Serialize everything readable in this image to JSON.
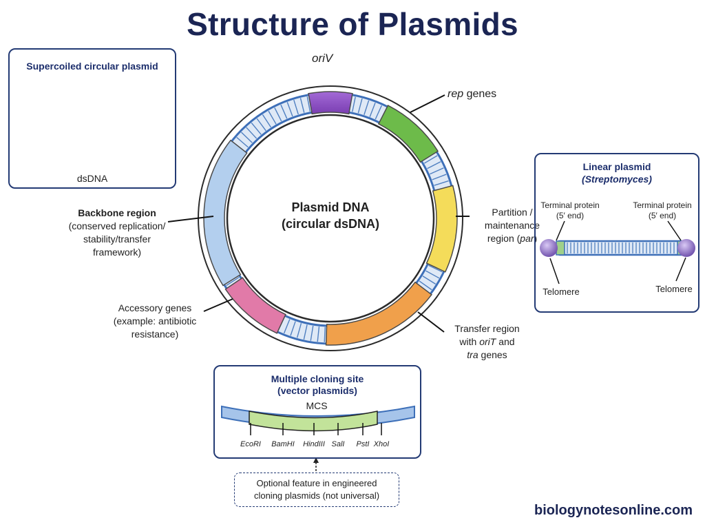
{
  "title": "Structure of Plasmids",
  "center": {
    "line1": "Plasmid DNA",
    "line2": "(circular dsDNA)"
  },
  "labels": {
    "oriV": "oriV",
    "rep_italic": "rep",
    "rep_rest": " genes",
    "partition_1": "Partition /",
    "partition_2": "maintenance",
    "partition_3a": "region (",
    "partition_3b": "par",
    "partition_3c": ")",
    "transfer_1": "Transfer region",
    "transfer_2a": "with ",
    "transfer_2b": "oriT",
    "transfer_2c": " and",
    "transfer_3a": "tra",
    "transfer_3b": " genes",
    "accessory_1": "Accessory genes",
    "accessory_2": "(example: antibiotic",
    "accessory_3": "resistance)",
    "backbone_1": "Backbone region",
    "backbone_2": "(conserved replication/",
    "backbone_3": "stability/transfer",
    "backbone_4": "framework)"
  },
  "supercoiled": {
    "title": "Supercoiled circular plasmid",
    "caption": "dsDNA"
  },
  "linear": {
    "title_1": "Linear plasmid",
    "title_2": "(Streptomyces)",
    "tp_left_1": "Terminal protein",
    "tp_left_2": "(5′ end)",
    "tp_right_1": "Terminal protein",
    "tp_right_2": "(5′ end)",
    "telomere_left": "Telomere",
    "telomere_right": "Telomere"
  },
  "mcs": {
    "title_1": "Multiple cloning site",
    "title_2": "(vector plasmids)",
    "label": "MCS",
    "enzymes": [
      "EcoRI",
      "BamHI",
      "HindIII",
      "SalI",
      "PstI",
      "XhoI"
    ]
  },
  "note": {
    "line1": "Optional feature in engineered",
    "line2": "cloning plasmids (not universal)"
  },
  "watermark": "biologynotesonline.com",
  "colors": {
    "title": "#1b2554",
    "panel_border": "#233a74",
    "ring_blue": "#3d6fb8",
    "ring_fill": "#dfe9f6",
    "oriV": "#8e4fc4",
    "rep": "#6dbb4a",
    "partition": "#f4dc5a",
    "transfer": "#f0a04b",
    "accessory": "#e17aa8",
    "backbone": "#b3cfee",
    "mcs_green": "#c2e39a",
    "telomere_purple": "#8a6cc5"
  }
}
